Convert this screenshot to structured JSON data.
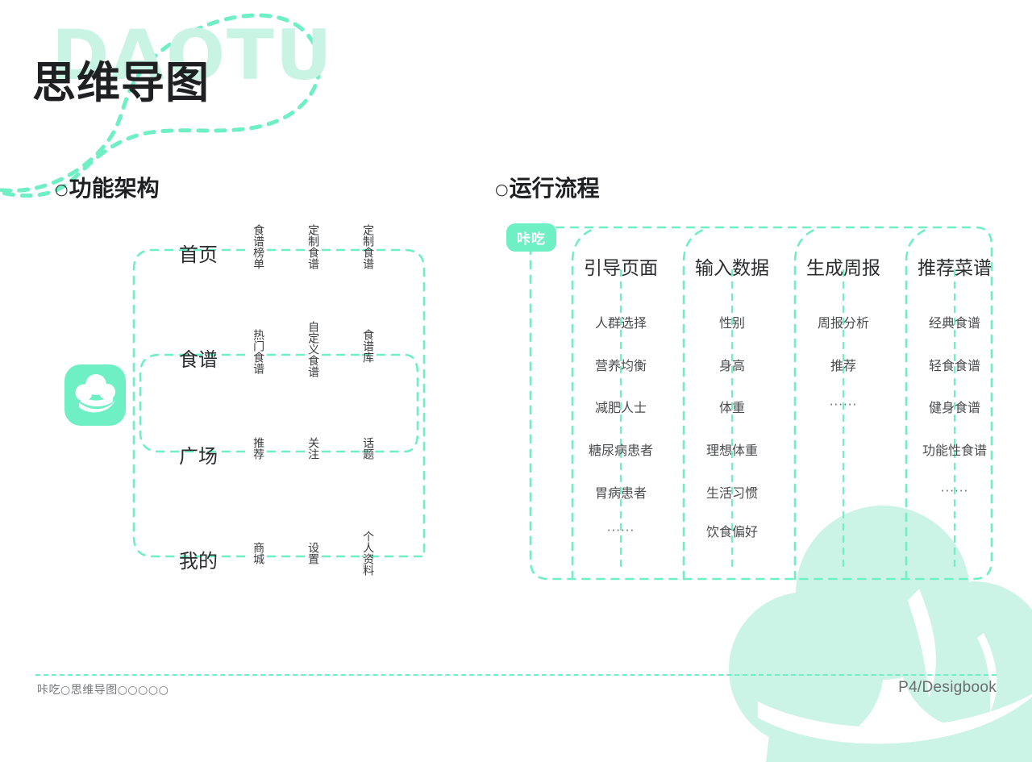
{
  "page": {
    "title_main": "思维导图",
    "title_ghost": "DAOTU",
    "accent": "#6FEFC4",
    "accent_pale": "#c9f4e4",
    "background": "#FFFFFF"
  },
  "sections": {
    "left_heading_dot": "○",
    "left_heading": "功能架构",
    "right_heading_dot": "○",
    "right_heading": "运行流程"
  },
  "function_architecture": {
    "app_icon": "chef-hat-icon",
    "rows": [
      {
        "label": "首页",
        "children": [
          "食谱榜单",
          "定制食谱",
          "定制食谱"
        ]
      },
      {
        "label": "食谱",
        "children": [
          "热门食谱",
          "自定义食谱",
          "食谱库"
        ]
      },
      {
        "label": "广场",
        "children": [
          "推荐",
          "关注",
          "话题"
        ]
      },
      {
        "label": "我的",
        "children": [
          "商城",
          "设置",
          "个人资料"
        ]
      }
    ]
  },
  "operation_flow": {
    "badge": "咔吃",
    "columns": [
      {
        "head": "引导页面",
        "items": [
          "人群选择",
          "营养均衡",
          "减肥人士",
          "糖尿病患者",
          "胃病患者",
          "······"
        ]
      },
      {
        "head": "输入数据",
        "items": [
          "性别",
          "身高",
          "体重",
          "理想体重",
          "生活习惯",
          "饮食偏好"
        ]
      },
      {
        "head": "生成周报",
        "items": [
          "周报分析",
          "推荐",
          "······"
        ]
      },
      {
        "head": "推荐菜谱",
        "items": [
          "经典食谱",
          "轻食食谱",
          "健身食谱",
          "功能性食谱",
          "······"
        ]
      }
    ]
  },
  "footer": {
    "left_text": "咔吃○思维导图○○○○○",
    "right_text": "P4/Desigbook"
  }
}
